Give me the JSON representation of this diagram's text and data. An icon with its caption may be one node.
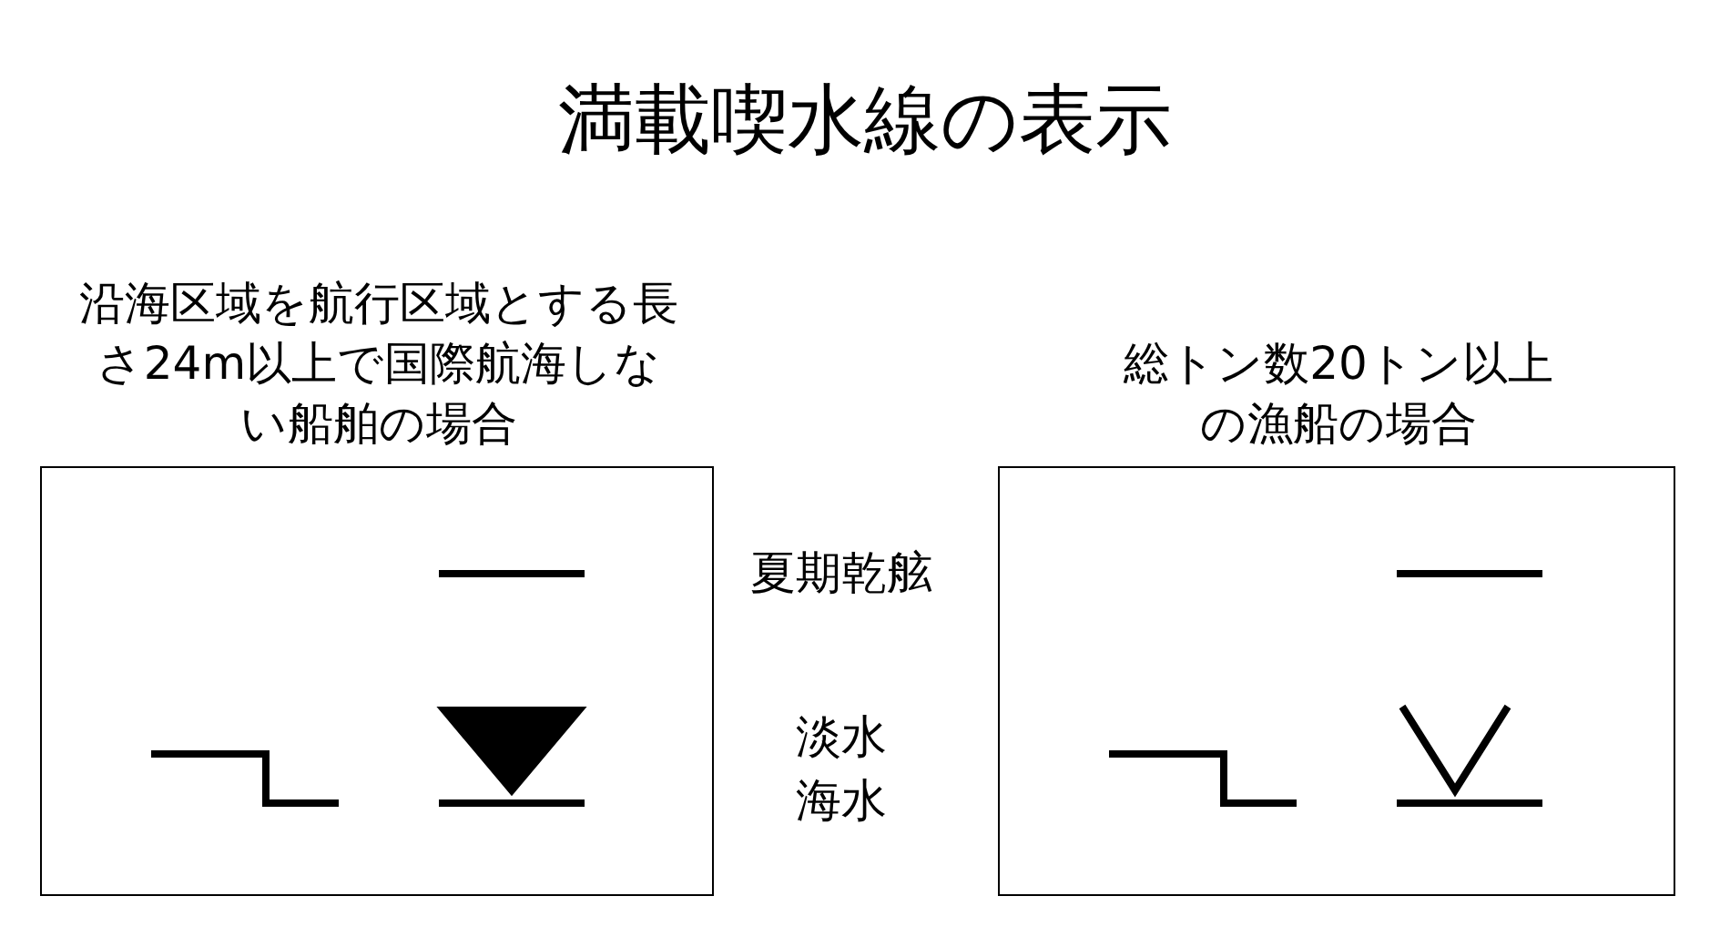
{
  "diagram": {
    "title": "満載喫水線の表示",
    "nodes": [
      {
        "text": [
          "沿海区域を航行区域とする長さ24m以上で国際航海しない船舶の場合"
        ]
      },
      {
        "text": [
          "総トン数20トン以上の漁船の場合"
        ]
      }
    ],
    "labels": [
      "夏期乾舷",
      "淡水",
      "海水"
    ]
  }
}
